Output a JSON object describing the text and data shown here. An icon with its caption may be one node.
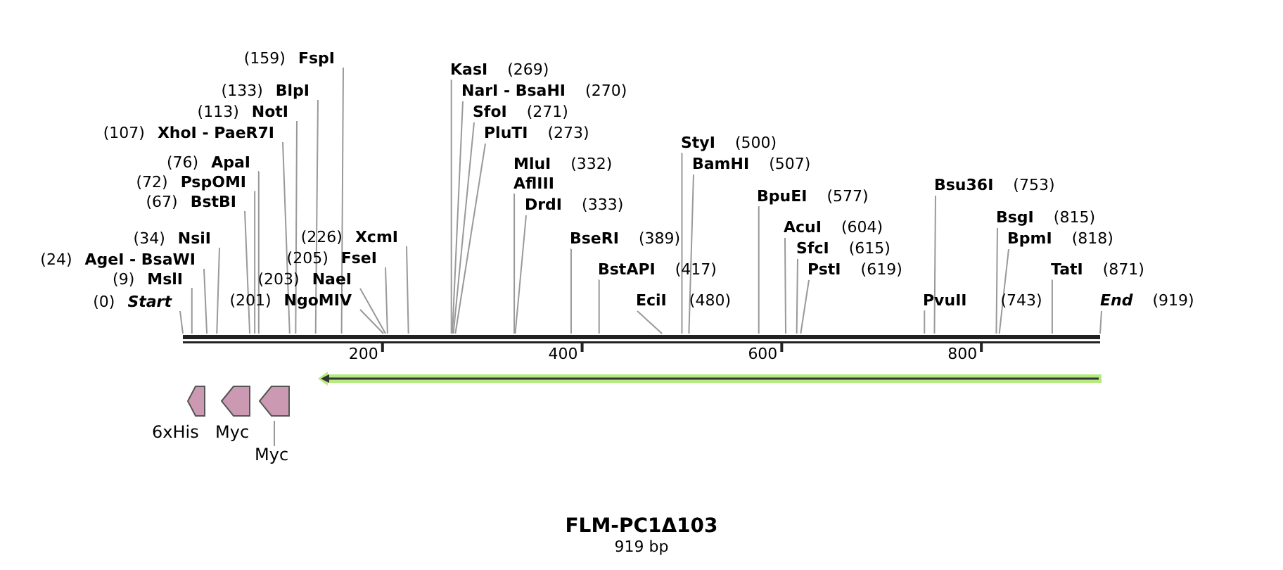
{
  "diagram": {
    "title": "FLM-PC1Δ103",
    "caption": "919 bp",
    "nodes": [
      {
        "text": [
          "Start"
        ],
        "beside": [
          "(0)"
        ]
      },
      {
        "text": [
          "MslI"
        ],
        "beside": [
          "(9)"
        ]
      },
      {
        "text": [
          "AgeI - BsaWI"
        ],
        "beside": [
          "(24)"
        ]
      },
      {
        "text": [
          "NsiI"
        ],
        "beside": [
          "(34)"
        ]
      },
      {
        "text": [
          "BstBI"
        ],
        "beside": [
          "(67)"
        ]
      },
      {
        "text": [
          "PspOMI"
        ],
        "beside": [
          "(72)"
        ]
      },
      {
        "text": [
          "ApaI"
        ],
        "beside": [
          "(76)"
        ]
      },
      {
        "text": [
          "XhoI - PaeR7I"
        ],
        "beside": [
          "(107)"
        ]
      },
      {
        "text": [
          "NotI"
        ],
        "beside": [
          "(113)"
        ]
      },
      {
        "text": [
          "BlpI"
        ],
        "beside": [
          "(133)"
        ]
      },
      {
        "text": [
          "FspI"
        ],
        "beside": [
          "(159)"
        ]
      },
      {
        "text": [
          "NgoMIV"
        ],
        "beside": [
          "(201)"
        ]
      },
      {
        "text": [
          "NaeI"
        ],
        "beside": [
          "(203)"
        ]
      },
      {
        "text": [
          "FseI"
        ],
        "beside": [
          "(205)"
        ]
      },
      {
        "text": [
          "XcmI"
        ],
        "beside": [
          "(226)"
        ]
      },
      {
        "text": [
          "KasI"
        ],
        "beside": [
          "(269)"
        ]
      },
      {
        "text": [
          "NarI - BsaHI"
        ],
        "beside": [
          "(270)"
        ]
      },
      {
        "text": [
          "SfoI"
        ],
        "beside": [
          "(271)"
        ]
      },
      {
        "text": [
          "PluTI"
        ],
        "beside": [
          "(273)"
        ]
      },
      {
        "text": [
          "MluI",
          "AflIII"
        ],
        "beside": [
          "(332)"
        ]
      },
      {
        "text": [
          "DrdI"
        ],
        "beside": [
          "(333)"
        ]
      },
      {
        "text": [
          "BseRI"
        ],
        "beside": [
          "(389)"
        ]
      },
      {
        "text": [
          "BstAPI"
        ],
        "beside": [
          "(417)"
        ]
      },
      {
        "text": [
          "EciI"
        ],
        "beside": [
          "(480)"
        ]
      },
      {
        "text": [
          "StyI"
        ],
        "beside": [
          "(500)"
        ]
      },
      {
        "text": [
          "BamHI"
        ],
        "beside": [
          "(507)"
        ]
      },
      {
        "text": [
          "BpuEI"
        ],
        "beside": [
          "(577)"
        ]
      },
      {
        "text": [
          "AcuI"
        ],
        "beside": [
          "(604)"
        ]
      },
      {
        "text": [
          "SfcI"
        ],
        "beside": [
          "(615)"
        ]
      },
      {
        "text": [
          "PstI"
        ],
        "beside": [
          "(619)"
        ]
      },
      {
        "text": [
          "Bsu36I"
        ],
        "beside": [
          "(753)"
        ]
      },
      {
        "text": [
          "PvuII"
        ],
        "beside": [
          "(743)"
        ]
      },
      {
        "text": [
          "BsgI"
        ],
        "beside": [
          "(815)"
        ]
      },
      {
        "text": [
          "BpmI"
        ],
        "beside": [
          "(818)"
        ]
      },
      {
        "text": [
          "TatI"
        ],
        "beside": [
          "(871)"
        ]
      },
      {
        "text": [
          "End"
        ],
        "beside": [
          "(919)"
        ]
      },
      {
        "text": [
          "6xHis"
        ]
      },
      {
        "text": [
          "Myc"
        ]
      },
      {
        "text": [],
        "shape": "arrow"
      },
      {
        "text": [
          "Myc"
        ]
      },
      {
        "text": [],
        "shape": "arrow"
      },
      {
        "text": [],
        "shape": "bar"
      }
    ],
    "edges": [
      {
        "from": 0,
        "to": 41,
        "arrow": "none"
      },
      {
        "from": 1,
        "to": 41,
        "arrow": "none"
      },
      {
        "from": 2,
        "to": 41,
        "arrow": "none"
      },
      {
        "from": 3,
        "to": 41,
        "arrow": "none"
      },
      {
        "from": 4,
        "to": 41,
        "arrow": "none"
      },
      {
        "from": 5,
        "to": 41,
        "arrow": "none"
      },
      {
        "from": 6,
        "to": 41,
        "arrow": "none"
      },
      {
        "from": 7,
        "to": 41,
        "arrow": "none"
      },
      {
        "from": 8,
        "to": 41,
        "arrow": "none"
      },
      {
        "from": 9,
        "to": 41,
        "arrow": "none"
      },
      {
        "from": 10,
        "to": 41,
        "arrow": "none"
      },
      {
        "from": 11,
        "to": 41,
        "arrow": "none"
      },
      {
        "from": 12,
        "to": 41,
        "arrow": "none"
      },
      {
        "from": 13,
        "to": 41,
        "arrow": "none"
      },
      {
        "from": 14,
        "to": 41,
        "arrow": "none"
      },
      {
        "from": 15,
        "to": 41,
        "arrow": "none"
      },
      {
        "from": 16,
        "to": 41,
        "arrow": "none"
      },
      {
        "from": 17,
        "to": 41,
        "arrow": "none"
      },
      {
        "from": 18,
        "to": 41,
        "arrow": "none"
      },
      {
        "from": 19,
        "to": 41,
        "arrow": "none"
      },
      {
        "from": 20,
        "to": 41,
        "arrow": "none"
      },
      {
        "from": 21,
        "to": 41,
        "arrow": "none"
      },
      {
        "from": 22,
        "to": 41,
        "arrow": "none"
      },
      {
        "from": 23,
        "to": 41,
        "arrow": "none"
      },
      {
        "from": 24,
        "to": 41,
        "arrow": "none"
      },
      {
        "from": 25,
        "to": 41,
        "arrow": "none"
      },
      {
        "from": 26,
        "to": 41,
        "arrow": "none"
      },
      {
        "from": 27,
        "to": 41,
        "arrow": "none"
      },
      {
        "from": 28,
        "to": 41,
        "arrow": "none"
      },
      {
        "from": 29,
        "to": 41,
        "arrow": "none"
      },
      {
        "from": 30,
        "to": 41,
        "arrow": "none"
      },
      {
        "from": 31,
        "to": 41,
        "arrow": "none"
      },
      {
        "from": 32,
        "to": 41,
        "arrow": "none"
      },
      {
        "from": 33,
        "to": 41,
        "arrow": "none"
      },
      {
        "from": 34,
        "to": 41,
        "arrow": "none"
      },
      {
        "from": 35,
        "to": 41,
        "arrow": "none"
      },
      {
        "from": 39,
        "to": 38,
        "arrow": "none"
      }
    ],
    "labels": [
      "200",
      "400",
      "600",
      "800"
    ]
  }
}
